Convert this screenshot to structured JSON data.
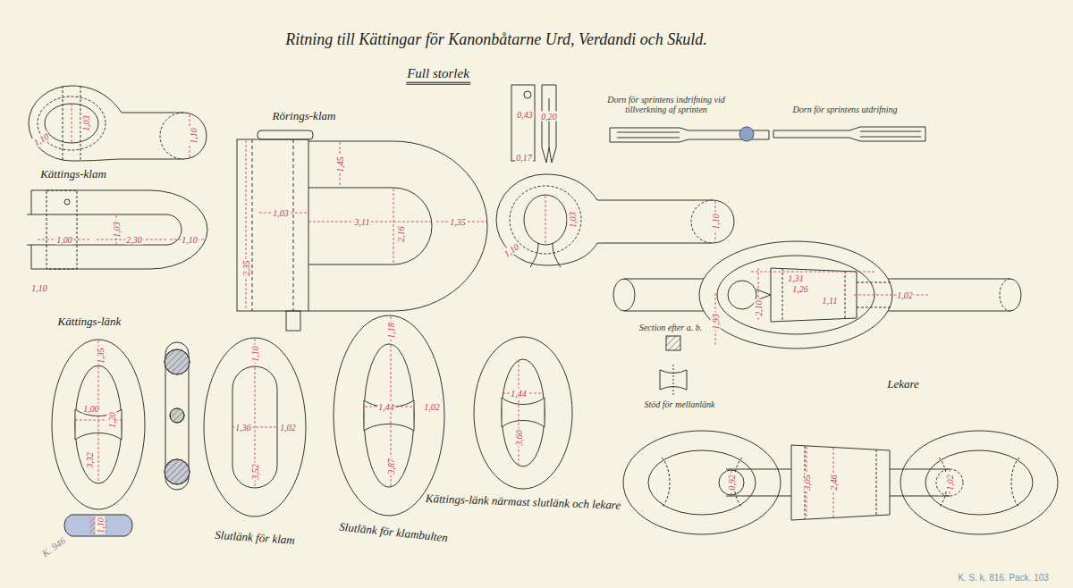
{
  "diagram": {
    "title": "Ritning till Kättingar för Kanonbåtarne Urd, Verdandi och Skuld.",
    "labels": [
      "Full storlek",
      "Kättings-klam",
      "1,03",
      "1,10",
      "1,10",
      "1,00",
      "1,03",
      "2,30",
      "1,10",
      "1,10",
      "Rörings-klam",
      "1,45",
      "1,03",
      "2,35",
      "3,11",
      "2,16",
      "1,35",
      "0,43",
      "0,20",
      "0,17",
      "Dorn för sprintens indrifning vid tillverkning af sprinten",
      "Dorn för sprintens utdrifning",
      "1,03",
      "1,10",
      "1,10",
      "1,31",
      "1,26",
      "1,11",
      "1,02",
      "2,10",
      "1,93",
      "Lekare",
      "Section efter a. b.",
      "Stöd för mellanlänk",
      "Kättings-länk",
      "1,35",
      "1,00",
      "1,20",
      "3,32",
      "1,10",
      "Slutlänk för klam",
      "1,10",
      "1,36",
      "1,02",
      "3,52",
      "Slutlänk för klambulten",
      "1,18",
      "1,44",
      "1,02",
      "3,87",
      "Kättings-länk närmast slutlänk och lekare",
      "1,44",
      "3,60",
      "0,92",
      "3,05",
      "2,46",
      "1,02",
      "K. S. k. 816. Pack. 103",
      "K. 946"
    ]
  }
}
